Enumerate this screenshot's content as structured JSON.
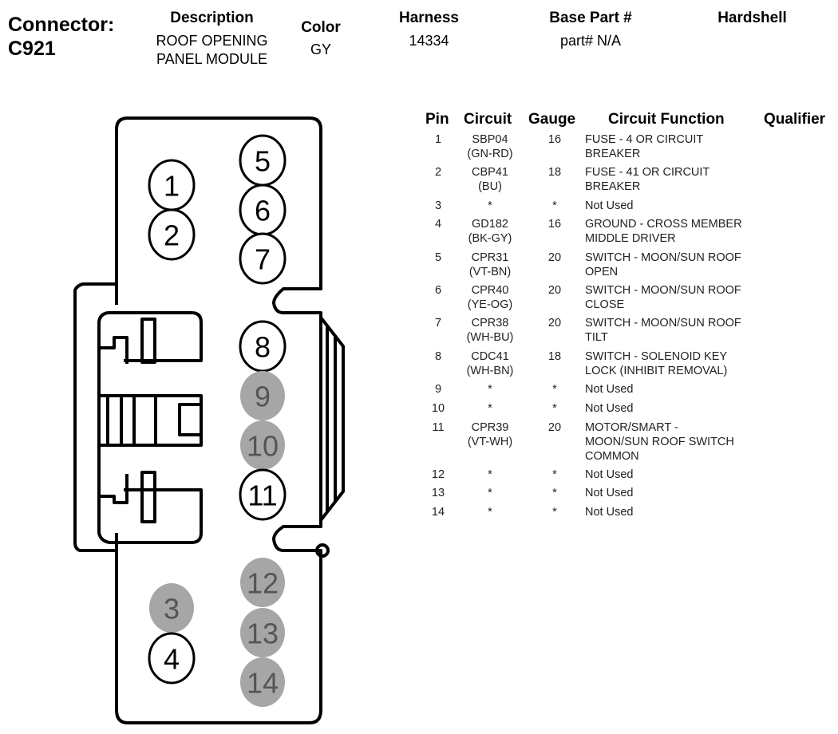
{
  "header": {
    "connector_label": "Connector:",
    "connector_id": "C921",
    "description_label": "Description",
    "description_value_line1": "ROOF OPENING",
    "description_value_line2": "PANEL MODULE",
    "color_label": "Color",
    "color_value": "GY",
    "harness_label": "Harness",
    "harness_value": "14334",
    "base_part_label": "Base Part #",
    "base_part_value": "part# N/A",
    "hardshell_label": "Hardshell"
  },
  "table": {
    "columns": [
      "Pin",
      "Circuit",
      "Gauge",
      "Circuit Function",
      "Qualifier"
    ],
    "rows": [
      {
        "pin": "1",
        "circuit": "SBP04",
        "wire_color": "(GN-RD)",
        "gauge": "16",
        "function": "FUSE - 4 OR CIRCUIT\nBREAKER",
        "qualifier": ""
      },
      {
        "pin": "2",
        "circuit": "CBP41",
        "wire_color": "(BU)",
        "gauge": "18",
        "function": "FUSE - 41 OR CIRCUIT\nBREAKER",
        "qualifier": ""
      },
      {
        "pin": "3",
        "circuit": "*",
        "wire_color": "",
        "gauge": "*",
        "function": "Not Used",
        "qualifier": ""
      },
      {
        "pin": "4",
        "circuit": "GD182",
        "wire_color": "(BK-GY)",
        "gauge": "16",
        "function": "GROUND - CROSS MEMBER\nMIDDLE DRIVER",
        "qualifier": ""
      },
      {
        "pin": "5",
        "circuit": "CPR31",
        "wire_color": "(VT-BN)",
        "gauge": "20",
        "function": "SWITCH - MOON/SUN ROOF\nOPEN",
        "qualifier": ""
      },
      {
        "pin": "6",
        "circuit": "CPR40",
        "wire_color": "(YE-OG)",
        "gauge": "20",
        "function": "SWITCH - MOON/SUN ROOF\nCLOSE",
        "qualifier": ""
      },
      {
        "pin": "7",
        "circuit": "CPR38",
        "wire_color": "(WH-BU)",
        "gauge": "20",
        "function": "SWITCH - MOON/SUN ROOF\nTILT",
        "qualifier": ""
      },
      {
        "pin": "8",
        "circuit": "CDC41",
        "wire_color": "(WH-BN)",
        "gauge": "18",
        "function": "SWITCH - SOLENOID KEY\nLOCK (INHIBIT REMOVAL)",
        "qualifier": ""
      },
      {
        "pin": "9",
        "circuit": "*",
        "wire_color": "",
        "gauge": "*",
        "function": "Not Used",
        "qualifier": ""
      },
      {
        "pin": "10",
        "circuit": "*",
        "wire_color": "",
        "gauge": "*",
        "function": "Not Used",
        "qualifier": ""
      },
      {
        "pin": "11",
        "circuit": "CPR39",
        "wire_color": "(VT-WH)",
        "gauge": "20",
        "function": "MOTOR/SMART -\nMOON/SUN ROOF SWITCH\nCOMMON",
        "qualifier": ""
      },
      {
        "pin": "12",
        "circuit": "*",
        "wire_color": "",
        "gauge": "*",
        "function": "Not Used",
        "qualifier": ""
      },
      {
        "pin": "13",
        "circuit": "*",
        "wire_color": "",
        "gauge": "*",
        "function": "Not Used",
        "qualifier": ""
      },
      {
        "pin": "14",
        "circuit": "*",
        "wire_color": "",
        "gauge": "*",
        "function": "Not Used",
        "qualifier": ""
      }
    ]
  },
  "connector_pins": [
    {
      "label": "1",
      "used": true
    },
    {
      "label": "2",
      "used": true
    },
    {
      "label": "3",
      "used": false
    },
    {
      "label": "4",
      "used": true
    },
    {
      "label": "5",
      "used": true
    },
    {
      "label": "6",
      "used": true
    },
    {
      "label": "7",
      "used": true
    },
    {
      "label": "8",
      "used": true
    },
    {
      "label": "9",
      "used": false
    },
    {
      "label": "10",
      "used": false
    },
    {
      "label": "11",
      "used": true
    },
    {
      "label": "12",
      "used": false
    },
    {
      "label": "13",
      "used": false
    },
    {
      "label": "14",
      "used": false
    }
  ],
  "colors": {
    "outline": "#000000",
    "unused_pin_fill": "#a6a6a6",
    "unused_pin_text": "#555555",
    "used_pin_fill": "#ffffff"
  }
}
